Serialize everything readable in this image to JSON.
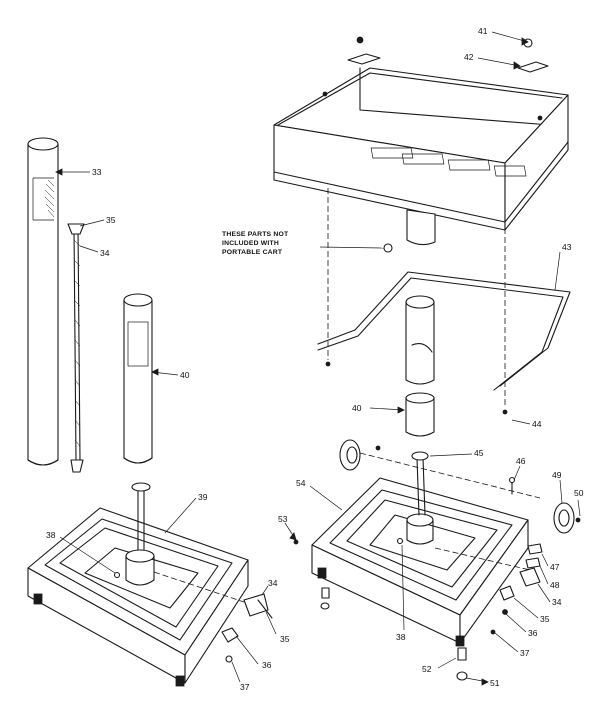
{
  "diagram": {
    "note": [
      "THESE PARTS NOT",
      "INCLUDED WITH",
      "PORTABLE CART"
    ],
    "callouts": {
      "c33": "33",
      "c35a": "35",
      "c34a": "34",
      "c40a": "40",
      "c39": "39",
      "c38a": "38",
      "c34b": "34",
      "c35b": "35",
      "c36a": "36",
      "c37a": "37",
      "c41": "41",
      "c42": "42",
      "c43": "43",
      "c40b": "40",
      "c44": "44",
      "c45": "45",
      "c46": "46",
      "c54": "54",
      "c53": "53",
      "c49": "49",
      "c50": "50",
      "c47": "47",
      "c48": "48",
      "c34c": "34",
      "c35c": "35",
      "c36b": "36",
      "c37b": "37",
      "c38b": "38",
      "c52": "52",
      "c51": "51"
    }
  }
}
